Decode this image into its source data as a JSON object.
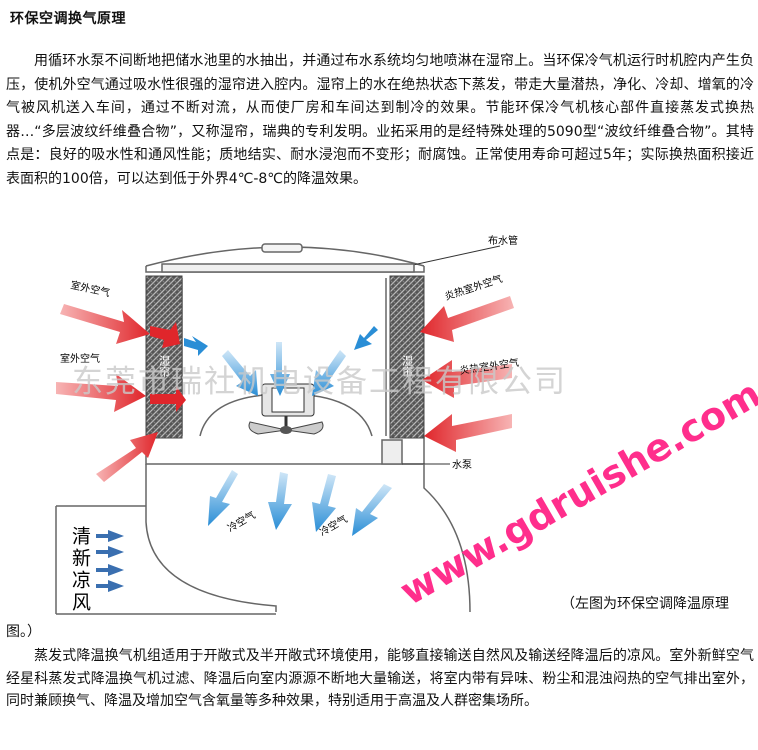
{
  "article": {
    "title": "环保空调换气原理",
    "intro": "用循环水泵不间断地把储水池里的水抽出，并通过布水系统均匀地喷淋在湿帘上。当环保冷气机运行时机腔内产生负压，使机外空气通过吸水性很强的湿帘进入腔内。湿帘上的水在绝热状态下蒸发，带走大量潜热，净化、冷却、增氧的冷气被风机送入车间，通过不断对流，从而使厂房和车间达到制冷的效果。节能环保冷气机核心部件直接蒸发式换热器…“多层波纹纤维叠合物”，又称湿帘，瑞典的专利发明。业拓采用的是经特殊处理的5090型“波纹纤维叠合物”。其特点是：良好的吸水性和通风性能；质地结实、耐水浸泡而不变形；耐腐蚀。正常使用寿命可超过5年；实际换热面积接近表面积的100倍，可以达到低于外界4℃-8℃的降温效果。",
    "caption_line1": "（左图为环保空调降温原理",
    "caption_line2": "图。）",
    "body2": "蒸发式降温换气机组适用于开敞式及半开敞式环境使用，能够直接输送自然风及输送经降温后的凉风。室外新鲜空气经星科蒸发式降温换气机过滤、降温后向室内源源不断地大量输送，将室内带有异味、粉尘和混浊闷热的空气排出室外，同时兼顾换气、降温及增加空气含氧量等多种效果，特别适用于高温及人群密集场所。"
  },
  "diagram": {
    "label_water_pipe": "布水管",
    "label_outdoor_air_1": "室外空气",
    "label_outdoor_air_2": "室外空气",
    "label_hot_air_1": "炎热室外空气",
    "label_hot_air_2": "炎热室外空气",
    "label_pad_left": "湿帘",
    "label_pad_right": "湿帘",
    "label_pump": "水泵",
    "label_cool_air_1": "冷空气",
    "label_cool_air_2": "冷空气",
    "label_fresh_cool_wind": "清新凉风",
    "watermark_company": "东莞市瑞社机电设备工程有限公司",
    "watermark_url": "www.gdruishe.com",
    "colors": {
      "hot_arrow": "#e0262b",
      "cool_arrow": "#2a8ed6",
      "fresh_arrow": "#3a6fb0",
      "watermark_url": "#ff2e8c"
    }
  }
}
